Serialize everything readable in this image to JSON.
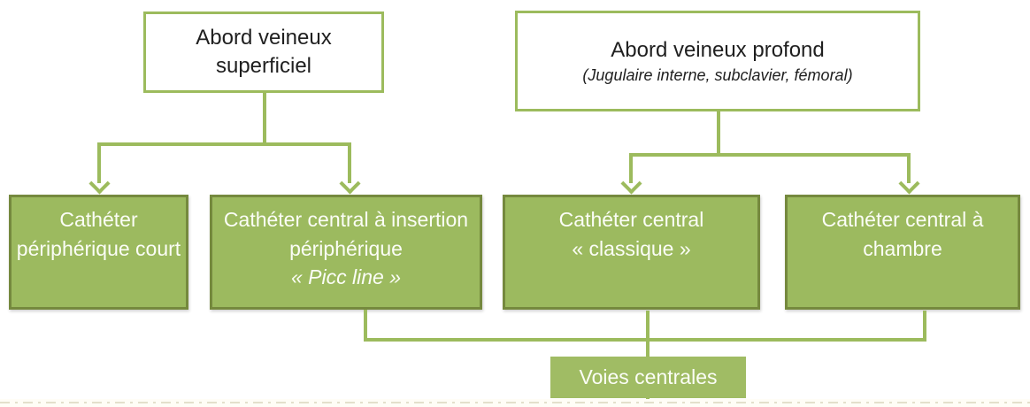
{
  "colors": {
    "green_fill": "#9cba5f",
    "green_border": "#75893e",
    "connector_green": "#9cbb5d",
    "white_box_border": "#9cbb5d",
    "dark_text": "#1f1f1f",
    "light_text": "#fbfdf6",
    "bottom_dash": "#e3e0cb"
  },
  "top_row": [
    {
      "title": "Abord veineux superficiel",
      "subtitle": ""
    },
    {
      "title": "Abord veineux profond",
      "subtitle": "(Jugulaire interne, subclavier, fémoral)"
    }
  ],
  "middle_row": [
    {
      "text": "Cathéter périphérique court",
      "note": ""
    },
    {
      "text": "Cathéter central à insertion périphérique",
      "note": "« Picc line »"
    },
    {
      "text": "Cathéter central « classique »",
      "note": ""
    },
    {
      "text": "Cathéter central à chambre",
      "note": ""
    }
  ],
  "bottom_box": {
    "label": "Voies centrales"
  }
}
